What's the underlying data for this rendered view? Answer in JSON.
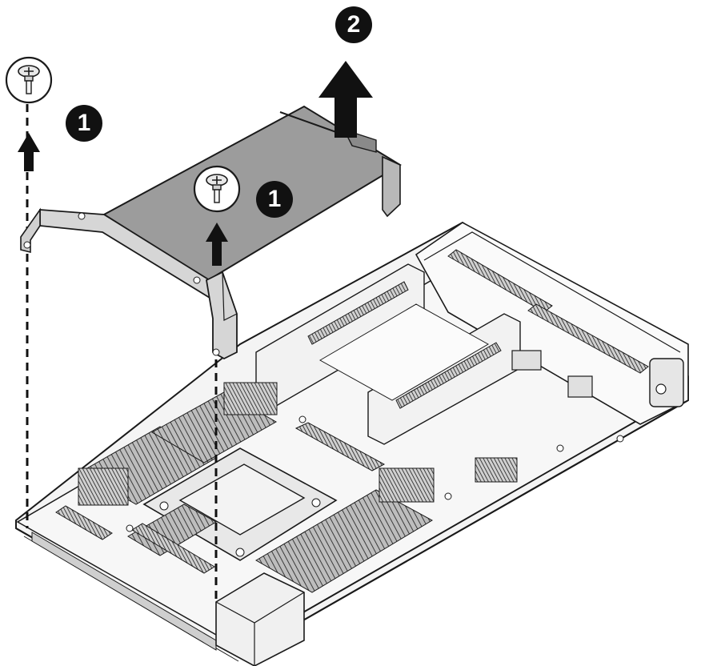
{
  "steps": [
    {
      "number": "1"
    },
    {
      "number": "1"
    },
    {
      "number": "2"
    }
  ],
  "colors": {
    "line": "#1a1a1a",
    "bracket_fill": "#9c9c9c",
    "bracket_top": "#8a8a8a",
    "board_fill": "#f4f4f4",
    "dark_fill": "#2b2b2b",
    "mid_gray": "#6e6e6e",
    "badge": "#111111"
  },
  "icons": [
    "screw-icon",
    "up-arrow-icon"
  ]
}
